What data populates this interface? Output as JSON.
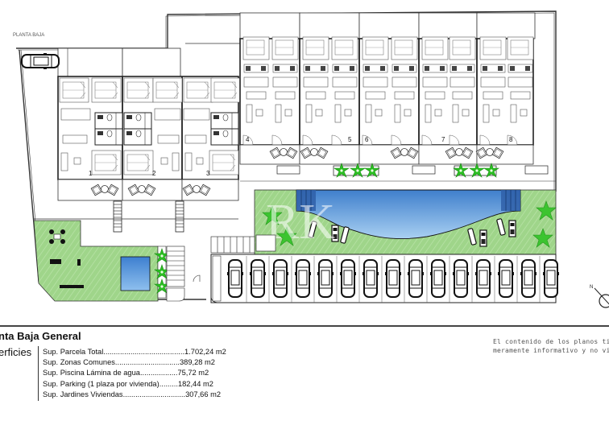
{
  "plan": {
    "title": "PLANTA BAJA",
    "units": [
      {
        "number": "1"
      },
      {
        "number": "2"
      },
      {
        "number": "3"
      },
      {
        "number": "4"
      },
      {
        "number": "5"
      },
      {
        "number": "6"
      },
      {
        "number": "7"
      },
      {
        "number": "8"
      }
    ],
    "parking_spaces": 15,
    "colors": {
      "garden": "#9fd58a",
      "pool": "#4f8fd6",
      "pool_light": "#9cc6ee",
      "palm": "#28c41e",
      "walls": "#333333"
    },
    "compass": "N"
  },
  "legend": {
    "title": "nta Baja General",
    "section_label": "erficies",
    "rows": [
      {
        "label": "Sup. Parcela Total ",
        "dots": ".......................................",
        "value": "1.702,24 m2"
      },
      {
        "label": "Sup. Zonas Comunes ",
        "dots": "...............................",
        "value": "389,28 m2"
      },
      {
        "label": "Sup. Piscina Lámina de agua",
        "dots": "..................",
        "value": "75,72 m2"
      },
      {
        "label": "Sup. Parking (1 plaza por vivienda)",
        "dots": ".........",
        "value": "182,44 m2"
      },
      {
        "label": "Sup. Jardines Viviendas",
        "dots": "..............................",
        "value": "307,66 m2"
      }
    ]
  },
  "disclaimer": {
    "line1": "El contenido de los planos tiene",
    "line2": "meramente informativo y no vinc"
  }
}
